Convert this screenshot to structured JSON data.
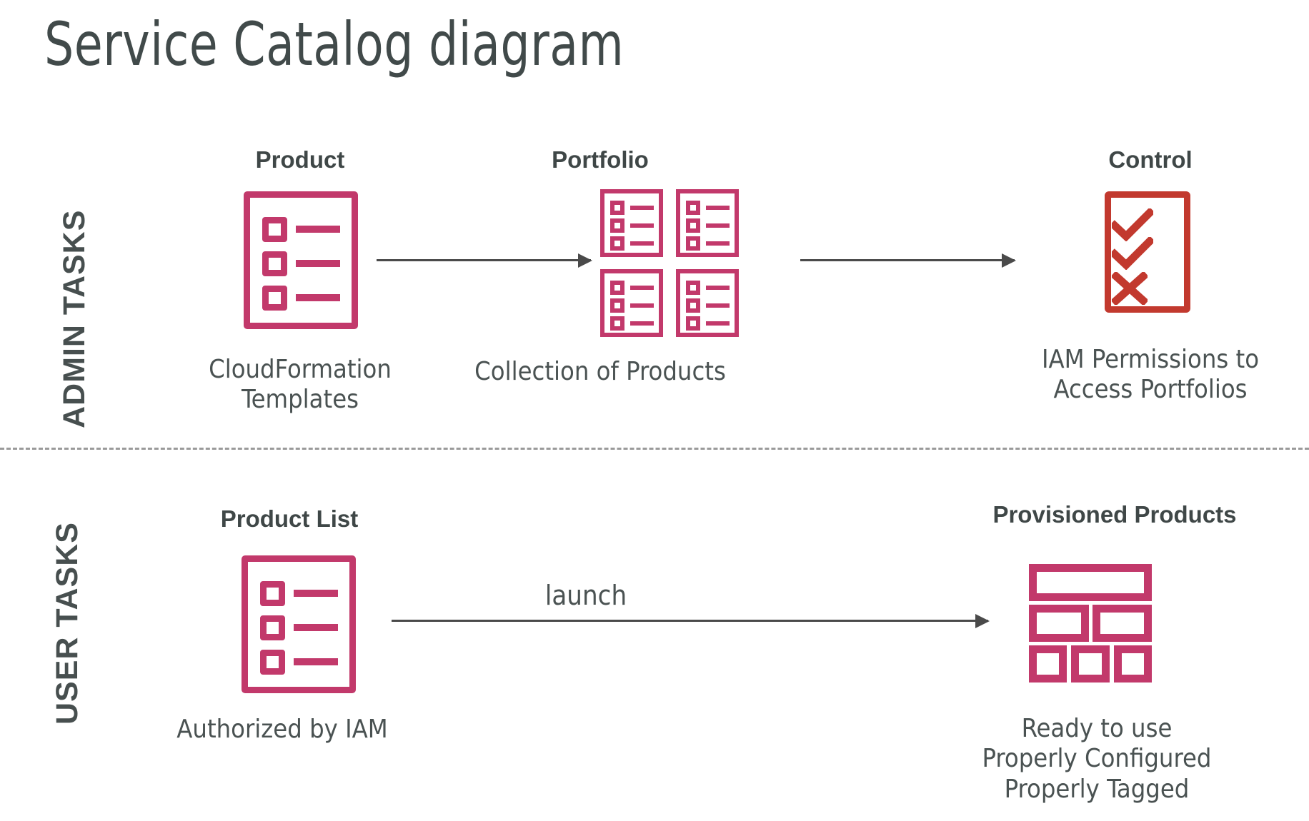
{
  "page": {
    "title": "Service Catalog diagram",
    "background": "#ffffff"
  },
  "colors": {
    "accent_crimson": "#c2396b",
    "accent_red": "#c2392e",
    "text_dark": "#414a4a",
    "arrow": "#4a4a4a",
    "divider": "#9a9a9a"
  },
  "sections": [
    {
      "id": "admin",
      "label": "ADMIN TASKS"
    },
    {
      "id": "user",
      "label": "USER TASKS"
    }
  ],
  "divider": {
    "style": "dashed"
  },
  "nodes": {
    "product": {
      "title": "Product",
      "caption": "CloudFormation\nTemplates",
      "icon": "product-list-icon"
    },
    "portfolio": {
      "title": "Portfolio",
      "caption": "Collection of Products",
      "icon": "portfolio-grid-icon"
    },
    "control": {
      "title": "Control",
      "caption": "IAM Permissions to\nAccess Portfolios",
      "icon": "checklist-control-icon",
      "marks": [
        "check",
        "check",
        "cross"
      ]
    },
    "product_list": {
      "title": "Product List",
      "caption": "Authorized by IAM",
      "icon": "product-list-icon"
    },
    "provisioned_products": {
      "title": "Provisioned Products",
      "caption": "Ready to use\nProperly Configured\nProperly Tagged",
      "icon": "provisioned-blocks-icon"
    }
  },
  "edges": [
    {
      "id": "product-to-portfolio",
      "label": ""
    },
    {
      "id": "portfolio-to-control",
      "label": ""
    },
    {
      "id": "productlist-to-provisioned",
      "label": "launch"
    }
  ]
}
